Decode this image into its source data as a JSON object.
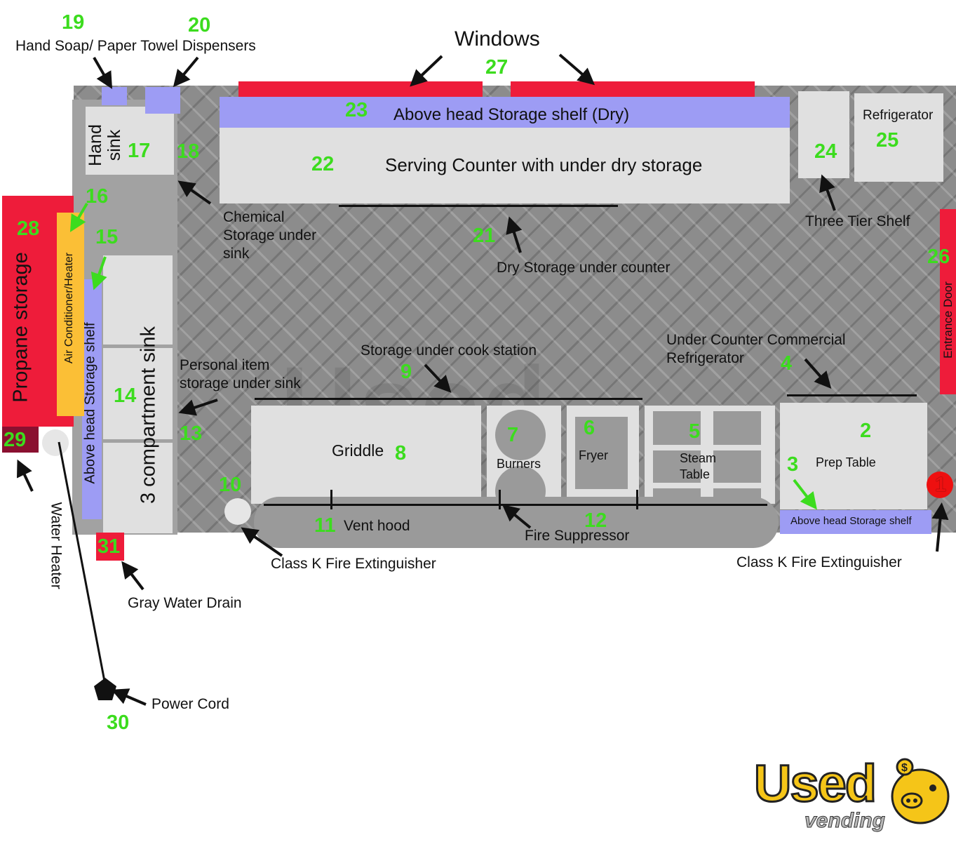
{
  "labels": {
    "windows": "Windows",
    "hand_soap": "Hand Soap/ Paper Towel Dispensers",
    "above_head_dry": "Above head Storage shelf (Dry)",
    "serving_counter": "Serving Counter with under dry storage",
    "refrigerator": "Refrigerator",
    "three_tier": "Three Tier Shelf",
    "hand_sink_line1": "Hand",
    "hand_sink_line2": "sink",
    "chemical_storage": [
      "Chemical",
      "Storage under",
      "sink"
    ],
    "dry_storage_counter": "Dry Storage under counter",
    "propane": "Propane storage",
    "ac_heater": "Air Conditioner/Heater",
    "above_head_left": "Above head Storage shelf",
    "three_comp_sink": "3 compartment sink",
    "personal_item": [
      "Personal item",
      "storage under sink"
    ],
    "storage_cook": "Storage under cook station",
    "under_counter_ref": [
      "Under Counter Commercial",
      "Refrigerator"
    ],
    "entrance_door": "Entrance Door",
    "griddle": "Griddle",
    "burners": "Burners",
    "fryer": "Fryer",
    "steam_table": [
      "Steam",
      "Table"
    ],
    "prep_table": "Prep Table",
    "vent_hood": "Vent hood",
    "fire_suppressor": "Fire Suppressor",
    "above_head_right": "Above head Storage shelf",
    "class_k_left": "Class K Fire Extinguisher",
    "class_k_right": "Class K Fire Extinguisher",
    "water_heater": "Water Heater",
    "gray_water": "Gray Water Drain",
    "power_cord": "Power Cord"
  },
  "numbers": {
    "n1": "1",
    "n2": "2",
    "n3": "3",
    "n4": "4",
    "n5": "5",
    "n6": "6",
    "n7": "7",
    "n8": "8",
    "n9": "9",
    "n10": "10",
    "n11": "11",
    "n12": "12",
    "n13": "13",
    "n14": "14",
    "n15": "15",
    "n16": "16",
    "n17": "17",
    "n18": "18",
    "n19": "19",
    "n20": "20",
    "n21": "21",
    "n22": "22",
    "n23": "23",
    "n24": "24",
    "n25": "25",
    "n26": "26",
    "n27": "27",
    "n28": "28",
    "n29": "29",
    "n30": "30",
    "n31": "31"
  },
  "logo": {
    "line1": "Used",
    "line2": "vending"
  },
  "watermark": {
    "line1": "Used",
    "line2": "vending"
  },
  "colors": {
    "floor": "#8c8c8c",
    "appliance": "#e0e0e0",
    "red": "#ee1c3a",
    "shelf": "#9d9cf4",
    "ac_heater": "#fbbf36",
    "number_green": "#3cdc1e",
    "logo_yellow": "#f5c518"
  }
}
